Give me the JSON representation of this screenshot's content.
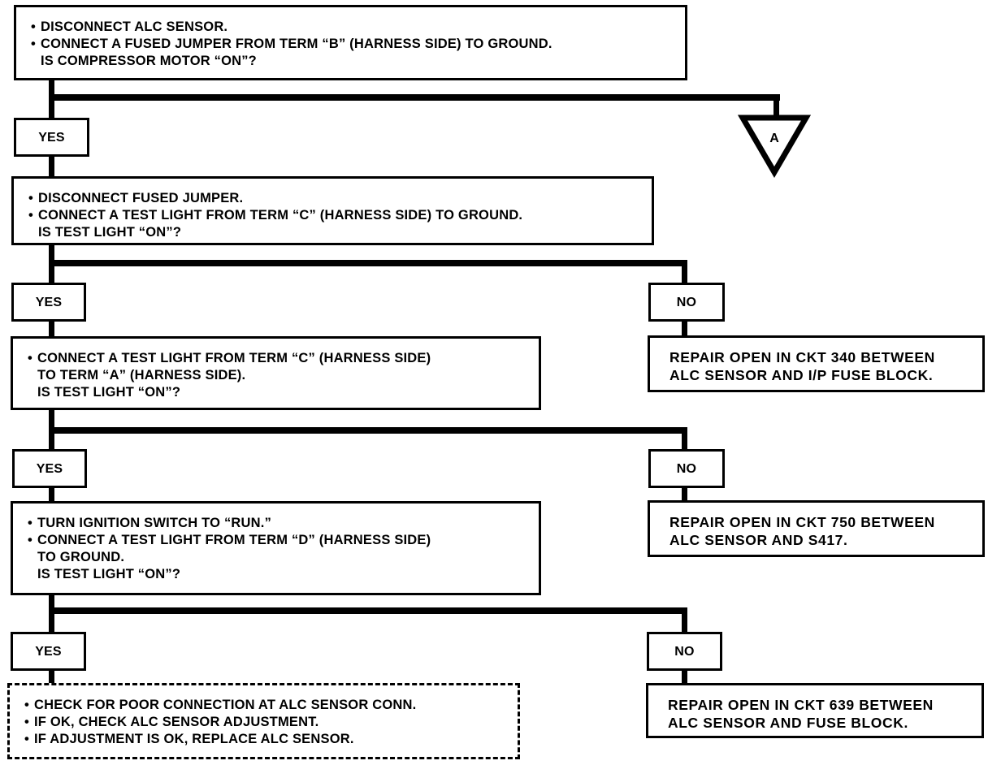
{
  "diagram": {
    "type": "troubleshooting-flowchart",
    "steps": [
      {
        "id": "step-1",
        "lines": [
          {
            "bullet": true,
            "text": "DISCONNECT ALC SENSOR."
          },
          {
            "bullet": true,
            "text": "CONNECT A FUSED JUMPER FROM TERM “B” (HARNESS SIDE) TO GROUND."
          },
          {
            "bullet": false,
            "text": "IS COMPRESSOR MOTOR “ON”?"
          }
        ],
        "yes_label": "YES",
        "no_target": "A"
      },
      {
        "id": "step-2",
        "lines": [
          {
            "bullet": true,
            "text": "DISCONNECT FUSED JUMPER."
          },
          {
            "bullet": true,
            "text": "CONNECT A TEST LIGHT FROM TERM “C” (HARNESS SIDE) TO GROUND."
          },
          {
            "bullet": false,
            "text": "IS TEST LIGHT “ON”?"
          }
        ],
        "yes_label": "YES",
        "no_label": "NO",
        "no_result": [
          "REPAIR OPEN IN CKT 340 BETWEEN",
          "ALC SENSOR AND I/P FUSE BLOCK."
        ]
      },
      {
        "id": "step-3",
        "lines": [
          {
            "bullet": true,
            "text": "CONNECT A TEST LIGHT FROM TERM “C” (HARNESS SIDE)"
          },
          {
            "bullet": false,
            "text": "TO TERM “A” (HARNESS SIDE)."
          },
          {
            "bullet": false,
            "text": "IS TEST LIGHT “ON”?"
          }
        ],
        "yes_label": "YES",
        "no_label": "NO",
        "no_result": [
          "REPAIR OPEN IN CKT 750 BETWEEN",
          "ALC SENSOR AND S417."
        ]
      },
      {
        "id": "step-4",
        "lines": [
          {
            "bullet": true,
            "text": "TURN IGNITION SWITCH TO “RUN.”"
          },
          {
            "bullet": true,
            "text": "CONNECT A TEST LIGHT FROM TERM “D” (HARNESS SIDE)"
          },
          {
            "bullet": false,
            "text": "TO GROUND."
          },
          {
            "bullet": false,
            "text": "IS TEST LIGHT “ON”?"
          }
        ],
        "yes_label": "YES",
        "no_label": "NO",
        "no_result": [
          "REPAIR OPEN IN CKT 639 BETWEEN",
          "ALC SENSOR AND FUSE BLOCK."
        ]
      }
    ],
    "final": {
      "lines": [
        {
          "bullet": true,
          "text": "CHECK FOR POOR CONNECTION AT ALC SENSOR CONN."
        },
        {
          "bullet": true,
          "text": "IF OK, CHECK ALC SENSOR ADJUSTMENT."
        },
        {
          "bullet": true,
          "text": "IF ADJUSTMENT IS OK, REPLACE ALC SENSOR."
        }
      ]
    },
    "offpage_connector": {
      "label": "A"
    },
    "bullet_glyph": "•"
  }
}
